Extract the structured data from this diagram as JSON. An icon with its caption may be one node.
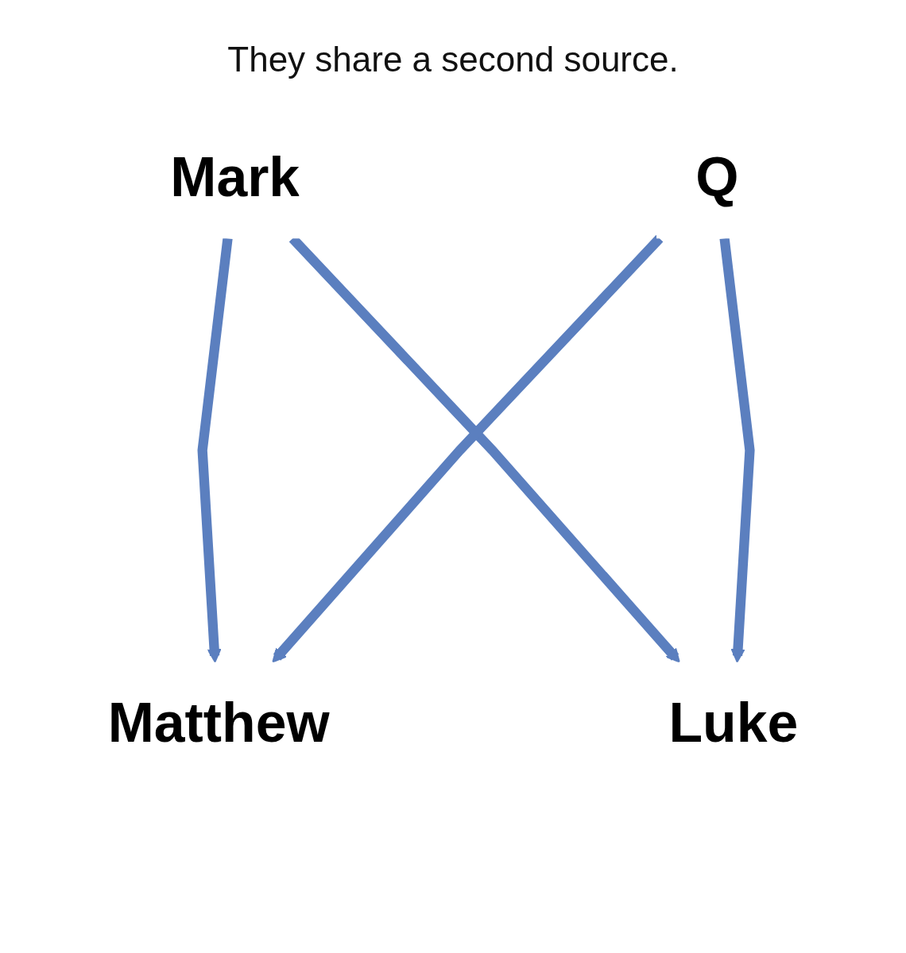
{
  "diagram": {
    "title": "They share a second source.",
    "nodes": [
      {
        "text": [
          "Mark"
        ]
      },
      {
        "text": [
          "Q"
        ]
      },
      {
        "text": [
          "Matthew"
        ]
      },
      {
        "text": [
          "Luke"
        ]
      }
    ],
    "edges": [
      {
        "from": 0,
        "to": 2,
        "arrow": "to"
      },
      {
        "from": 0,
        "to": 3,
        "arrow": "to"
      },
      {
        "from": 1,
        "to": 2,
        "arrow": "to"
      },
      {
        "from": 1,
        "to": 3,
        "arrow": "to"
      }
    ]
  }
}
